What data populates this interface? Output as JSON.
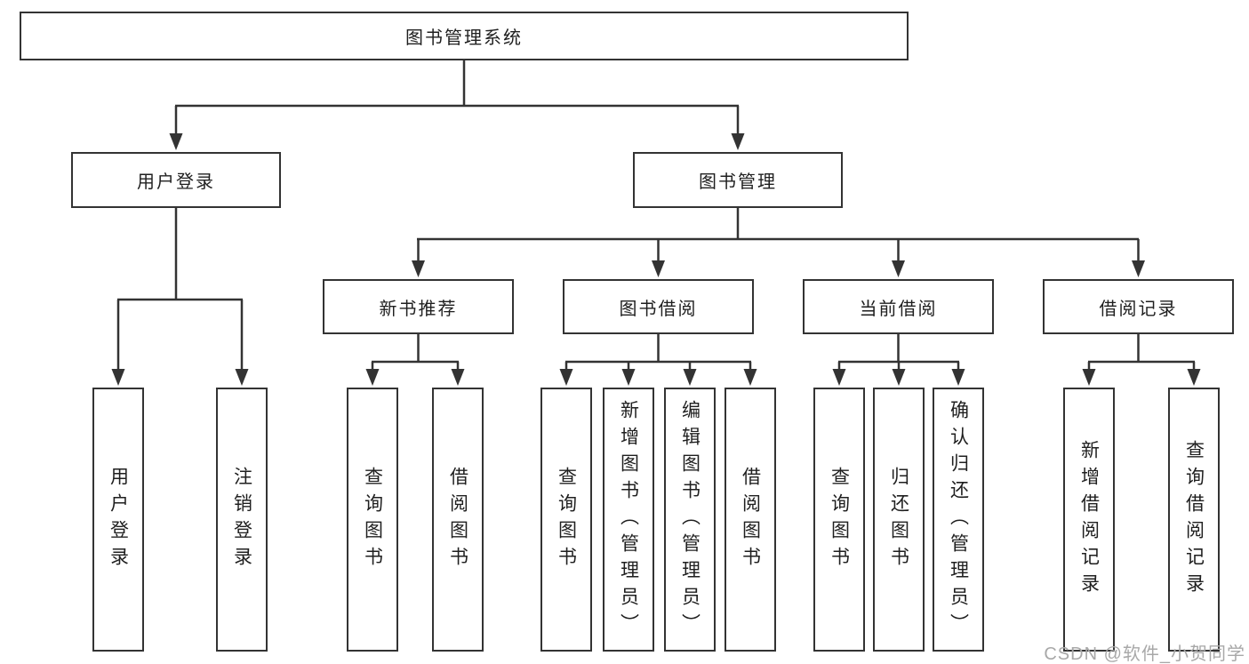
{
  "diagram": {
    "root": {
      "label": "图书管理系统",
      "children": [
        {
          "label": "用户登录",
          "children": [
            {
              "label": "用户登录"
            },
            {
              "label": "注销登录"
            }
          ]
        },
        {
          "label": "图书管理",
          "children": [
            {
              "label": "新书推荐",
              "children": [
                {
                  "label": "查询图书"
                },
                {
                  "label": "借阅图书"
                }
              ]
            },
            {
              "label": "图书借阅",
              "children": [
                {
                  "label": "查询图书"
                },
                {
                  "label": "新增图书（管理员）"
                },
                {
                  "label": "编辑图书（管理员）"
                },
                {
                  "label": "借阅图书"
                }
              ]
            },
            {
              "label": "当前借阅",
              "children": [
                {
                  "label": "查询图书"
                },
                {
                  "label": "归还图书"
                },
                {
                  "label": "确认归还（管理员）"
                }
              ]
            },
            {
              "label": "借阅记录",
              "children": [
                {
                  "label": "新增借阅记录"
                },
                {
                  "label": "查询借阅记录"
                }
              ]
            }
          ]
        }
      ]
    }
  },
  "watermark": {
    "text": "CSDN @软件_小贺同学"
  },
  "colors": {
    "line": "#333333",
    "box_border": "#333333",
    "text": "#1f1f1f",
    "background": "#ffffff",
    "watermark": "#a8a8a8"
  }
}
